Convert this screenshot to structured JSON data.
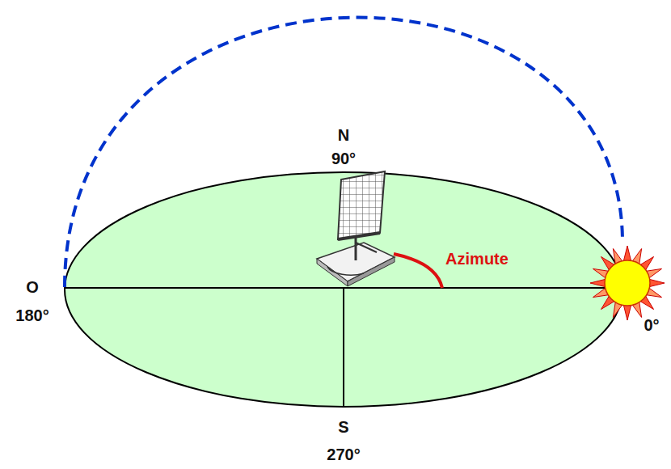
{
  "diagram": {
    "labels": [
      "N",
      "90°",
      "O",
      "180°",
      "S",
      "270°",
      "Azimute",
      "0°"
    ]
  }
}
